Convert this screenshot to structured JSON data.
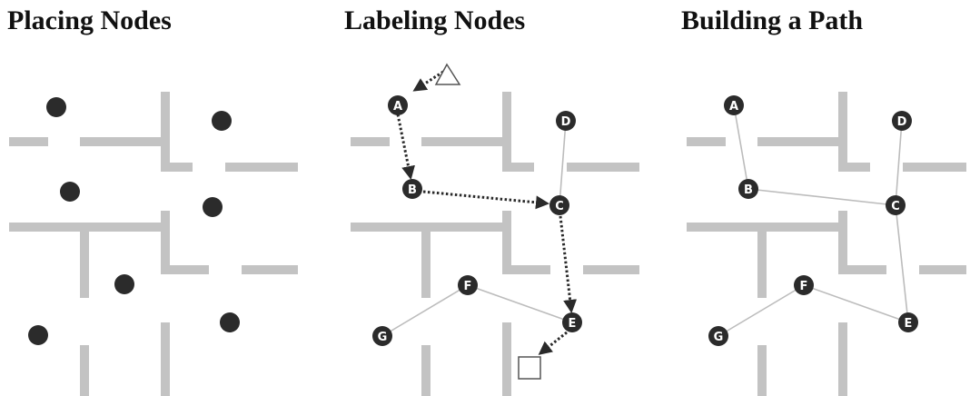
{
  "panels": [
    {
      "title": "Placing Nodes"
    },
    {
      "title": "Labeling Nodes"
    },
    {
      "title": "Building a Path"
    }
  ],
  "nodes": {
    "A": "A",
    "B": "B",
    "C": "C",
    "D": "D",
    "E": "E",
    "F": "F",
    "G": "G"
  },
  "colors": {
    "wall": "#c3c3c3",
    "node": "#2b2b2b",
    "edge": "#bcbcbc",
    "route": "#2a2a2a"
  },
  "icons": {
    "start": "triangle-icon",
    "goal": "square-icon"
  }
}
